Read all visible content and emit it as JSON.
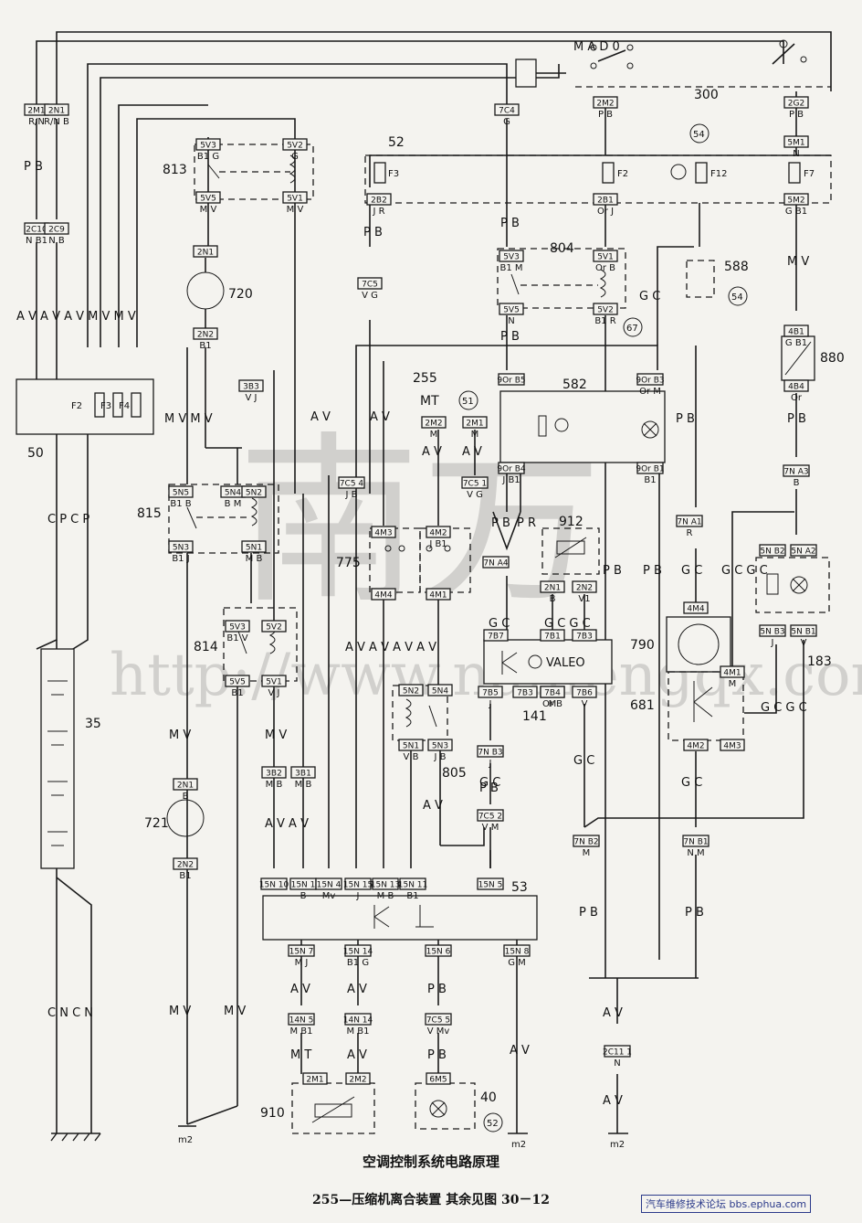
{
  "caption": {
    "title": "空调控制系统电路原理",
    "subtitle": "255—压缩机离合装置   其余见图 30－12"
  },
  "forum_badge": "汽车维修技术论坛 bbs.ephua.com",
  "watermark": {
    "url": "http://www.nanfengqx.com",
    "glyphs": "南方"
  },
  "components": [
    {
      "id": "300",
      "label": "300"
    },
    {
      "id": "52",
      "label": "52"
    },
    {
      "id": "813",
      "label": "813"
    },
    {
      "id": "720",
      "label": "720"
    },
    {
      "id": "804",
      "label": "804"
    },
    {
      "id": "588",
      "label": "588"
    },
    {
      "id": "880",
      "label": "880"
    },
    {
      "id": "50",
      "label": "50"
    },
    {
      "id": "815",
      "label": "815"
    },
    {
      "id": "775",
      "label": "775"
    },
    {
      "id": "255",
      "label": "255"
    },
    {
      "id": "582",
      "label": "582"
    },
    {
      "id": "912",
      "label": "912"
    },
    {
      "id": "814",
      "label": "814"
    },
    {
      "id": "35",
      "label": "35"
    },
    {
      "id": "721",
      "label": "721"
    },
    {
      "id": "805",
      "label": "805"
    },
    {
      "id": "141",
      "label": "141"
    },
    {
      "id": "790",
      "label": "790"
    },
    {
      "id": "681",
      "label": "681"
    },
    {
      "id": "183",
      "label": "183"
    },
    {
      "id": "53",
      "label": "53"
    },
    {
      "id": "910",
      "label": "910"
    },
    {
      "id": "40",
      "label": "40"
    }
  ],
  "circled_refs": [
    {
      "id": "c54a",
      "label": "54"
    },
    {
      "id": "c54b",
      "label": "54"
    },
    {
      "id": "c67",
      "label": "67"
    },
    {
      "id": "c51",
      "label": "51"
    },
    {
      "id": "c52",
      "label": "52"
    }
  ],
  "fuse_labels": [
    "F3",
    "F2",
    "F12",
    "F7",
    "F2",
    "F3",
    "F4"
  ],
  "connectors": [
    {
      "id": "c2M1a",
      "top": "2M1",
      "bottom": "R/N"
    },
    {
      "id": "c2N1a",
      "top": "2N1",
      "bottom": "R/N B"
    },
    {
      "id": "c5V3a",
      "top": "5V3",
      "bottom": "B1 G"
    },
    {
      "id": "c5V2a",
      "top": "5V2",
      "bottom": "G"
    },
    {
      "id": "c5V5a",
      "top": "5V5",
      "bottom": "M V"
    },
    {
      "id": "c5V1a",
      "top": "5V1",
      "bottom": "M V"
    },
    {
      "id": "c2N1b",
      "top": "2N1",
      "bottom": ""
    },
    {
      "id": "c2N2b",
      "top": "2N2",
      "bottom": "B1"
    },
    {
      "id": "c2C10",
      "top": "2C10",
      "bottom": "N B1"
    },
    {
      "id": "c2C9",
      "top": "2C9",
      "bottom": "N B"
    },
    {
      "id": "c2B2",
      "top": "2B2",
      "bottom": "J R"
    },
    {
      "id": "c2B1",
      "top": "2B1",
      "bottom": "Or J"
    },
    {
      "id": "c7B4",
      "top": "7B4",
      "bottom": "Or B"
    },
    {
      "id": "c5M2",
      "top": "5M2",
      "bottom": "G B1"
    },
    {
      "id": "c7C4",
      "top": "7C4",
      "bottom": "G"
    },
    {
      "id": "c2M2",
      "top": "2M2",
      "bottom": "P B"
    },
    {
      "id": "c2G2",
      "top": "2G2",
      "bottom": "P B"
    },
    {
      "id": "c5M1",
      "top": "5M1",
      "bottom": "N"
    },
    {
      "id": "c7C53",
      "top": "7C5",
      "bottom": "V G"
    },
    {
      "id": "c5V3b",
      "top": "5V3",
      "bottom": "B1 M"
    },
    {
      "id": "c5V1b",
      "top": "5V1",
      "bottom": "Or B"
    },
    {
      "id": "c5V5b",
      "top": "5V5",
      "bottom": "N"
    },
    {
      "id": "c5V2b",
      "top": "5V2",
      "bottom": "B1 R"
    },
    {
      "id": "c4B1",
      "top": "4B1",
      "bottom": "G B1"
    },
    {
      "id": "c4B4",
      "top": "4B4",
      "bottom": "Or"
    },
    {
      "id": "c9OrB5",
      "top": "9Or B5",
      "bottom": ""
    },
    {
      "id": "c9OrB3",
      "top": "9Or B3",
      "bottom": "Or M"
    },
    {
      "id": "c9OrB4",
      "top": "9Or B4",
      "bottom": "J B1"
    },
    {
      "id": "c9OrB1",
      "top": "9Or B1",
      "bottom": "B1"
    },
    {
      "id": "c3B3",
      "top": "3B3",
      "bottom": "V J"
    },
    {
      "id": "c2M2c",
      "top": "2M2",
      "bottom": "M"
    },
    {
      "id": "c2M1c",
      "top": "2M1",
      "bottom": "M"
    },
    {
      "id": "c7C54",
      "top": "7C5 4",
      "bottom": "J B"
    },
    {
      "id": "c7C51",
      "top": "7C5 1",
      "bottom": "V G"
    },
    {
      "id": "c7NA3",
      "top": "7N A3",
      "bottom": "B"
    },
    {
      "id": "c7NA1",
      "top": "7N A1",
      "bottom": "R"
    },
    {
      "id": "c7NA4",
      "top": "7N A4",
      "bottom": ""
    },
    {
      "id": "c5N5",
      "top": "5N5",
      "bottom": "B1 B"
    },
    {
      "id": "c5N4",
      "top": "5N4",
      "bottom": "B M"
    },
    {
      "id": "c5N2",
      "top": "5N2",
      "bottom": ""
    },
    {
      "id": "c5N3",
      "top": "5N3",
      "bottom": "B1 J"
    },
    {
      "id": "c5N1",
      "top": "5N1",
      "bottom": "M B"
    },
    {
      "id": "c4M3",
      "top": "4M3",
      "bottom": ""
    },
    {
      "id": "c4M2",
      "top": "4M2",
      "bottom": "J B1"
    },
    {
      "id": "c4M4",
      "top": "4M4",
      "bottom": ""
    },
    {
      "id": "c4M1",
      "top": "4M1",
      "bottom": ""
    },
    {
      "id": "c2N1d",
      "top": "2N1",
      "bottom": "B"
    },
    {
      "id": "c2N2d",
      "top": "2N2",
      "bottom": "V1"
    },
    {
      "id": "c5NB2",
      "top": "5N B2",
      "bottom": ""
    },
    {
      "id": "c5NA2",
      "top": "5N A2",
      "bottom": ""
    },
    {
      "id": "c5NB3",
      "top": "5N B3",
      "bottom": "J"
    },
    {
      "id": "c5NB1",
      "top": "5N B1",
      "bottom": "V"
    },
    {
      "id": "c4M4b",
      "top": "4M4",
      "bottom": ""
    },
    {
      "id": "c4M1b",
      "top": "4M1",
      "bottom": "M"
    },
    {
      "id": "c4M2b",
      "top": "4M2",
      "bottom": ""
    },
    {
      "id": "c4M3b",
      "top": "4M3",
      "bottom": ""
    },
    {
      "id": "c7B7",
      "top": "7B7",
      "bottom": ""
    },
    {
      "id": "c7B1",
      "top": "7B1",
      "bottom": ""
    },
    {
      "id": "c7B3",
      "top": "7B3",
      "bottom": ""
    },
    {
      "id": "c7B5",
      "top": "7B5",
      "bottom": "J"
    },
    {
      "id": "c7B3b",
      "top": "7B3",
      "bottom": ""
    },
    {
      "id": "c7B4",
      "top": "7B4",
      "bottom": "M"
    },
    {
      "id": "c7B6",
      "top": "7B6",
      "bottom": "V"
    },
    {
      "id": "c5V3c",
      "top": "5V3",
      "bottom": "B1 V"
    },
    {
      "id": "c5V5c",
      "top": "5V5",
      "bottom": "B1"
    },
    {
      "id": "c5V2c",
      "top": "5V2",
      "bottom": ""
    },
    {
      "id": "c5V1c",
      "top": "5V1",
      "bottom": "V J"
    },
    {
      "id": "c5N2b",
      "top": "5N2",
      "bottom": ""
    },
    {
      "id": "c5N4b",
      "top": "5N4",
      "bottom": ""
    },
    {
      "id": "c5N1b",
      "top": "5N1",
      "bottom": "V B"
    },
    {
      "id": "c5N3b",
      "top": "5N3",
      "bottom": "J B"
    },
    {
      "id": "c7NB3",
      "top": "7N B3",
      "bottom": "J"
    },
    {
      "id": "c7C52",
      "top": "7C5 2",
      "bottom": "V M"
    },
    {
      "id": "c3B2",
      "top": "3B2",
      "bottom": "M B"
    },
    {
      "id": "c3B1",
      "top": "3B1",
      "bottom": "M B"
    },
    {
      "id": "c2N1e",
      "top": "2N1",
      "bottom": "B"
    },
    {
      "id": "c2N2e",
      "top": "2N2",
      "bottom": "B1"
    },
    {
      "id": "c7NB2",
      "top": "7N B2",
      "bottom": "M"
    },
    {
      "id": "c7NB1",
      "top": "7N B1",
      "bottom": "N M"
    },
    {
      "id": "c15N10",
      "top": "15N 10",
      "bottom": ""
    },
    {
      "id": "c15N1",
      "top": "15N 1",
      "bottom": "B"
    },
    {
      "id": "c15N4",
      "top": "15N 4",
      "bottom": "Mv"
    },
    {
      "id": "c15N15",
      "top": "15N 15",
      "bottom": "J"
    },
    {
      "id": "c15N13",
      "top": "15N 13",
      "bottom": "M B"
    },
    {
      "id": "c15N11",
      "top": "15N 11",
      "bottom": "B1"
    },
    {
      "id": "c15N5",
      "top": "15N 5",
      "bottom": ""
    },
    {
      "id": "c15N7",
      "top": "15N 7",
      "bottom": "M J"
    },
    {
      "id": "c15N14",
      "top": "15N 14",
      "bottom": "B1 G"
    },
    {
      "id": "c15N6",
      "top": "15N 6",
      "bottom": ""
    },
    {
      "id": "c15N8",
      "top": "15N 8",
      "bottom": "G M"
    },
    {
      "id": "c14N5",
      "top": "14N 5",
      "bottom": "M B1"
    },
    {
      "id": "c14N14",
      "top": "14N 14",
      "bottom": "M B1"
    },
    {
      "id": "c7C55",
      "top": "7C5 5",
      "bottom": "V Mv"
    },
    {
      "id": "c2C11",
      "top": "2C11 1",
      "bottom": "N"
    },
    {
      "id": "c2M1f",
      "top": "2M1",
      "bottom": ""
    },
    {
      "id": "c2M2f",
      "top": "2M2",
      "bottom": ""
    },
    {
      "id": "c6M5",
      "top": "6M5",
      "bottom": ""
    }
  ],
  "wire_codes": [
    "P B",
    "P B",
    "A V A V A V M V M V",
    "M V M V",
    "C P C P",
    "C N C N",
    "A V",
    "A V",
    "A V",
    "A V",
    "P B",
    "P B",
    "P R",
    "G C",
    "G C G C",
    "G C",
    "G C G C",
    "P B",
    "P B",
    "M V",
    "M V",
    "A V A V A V A V",
    "A V A V",
    "M V",
    "M V",
    "A V",
    "A V",
    "A V",
    "G C",
    "P B",
    "P B",
    "P B",
    "P B",
    "M V",
    "M T",
    "M T",
    "A V",
    "P B",
    "A V",
    "P B",
    "A V",
    "G C",
    "G C",
    "P B",
    "J B",
    "J R"
  ],
  "module_labels": {
    "switch_pos": "M  A  D  0",
    "valeo": "VALEO",
    "mt": "MT",
    "ground": "m2"
  }
}
